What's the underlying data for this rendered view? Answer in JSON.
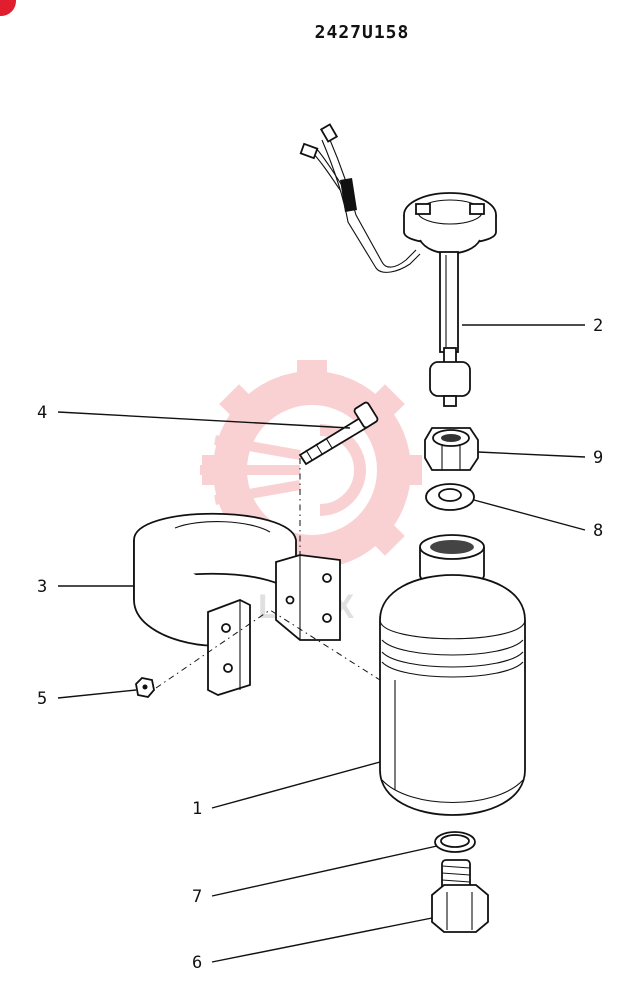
{
  "title": "2427U158",
  "watermark_text": "LITEX",
  "colors": {
    "line": "#111111",
    "watermark": "#e8323c",
    "badge": "#e01e2d"
  },
  "callouts": [
    {
      "id": "2",
      "label": "2"
    },
    {
      "id": "9",
      "label": "9"
    },
    {
      "id": "8",
      "label": "8"
    },
    {
      "id": "4",
      "label": "4"
    },
    {
      "id": "3",
      "label": "3"
    },
    {
      "id": "5",
      "label": "5"
    },
    {
      "id": "1",
      "label": "1"
    },
    {
      "id": "7",
      "label": "7"
    },
    {
      "id": "6",
      "label": "6"
    }
  ]
}
